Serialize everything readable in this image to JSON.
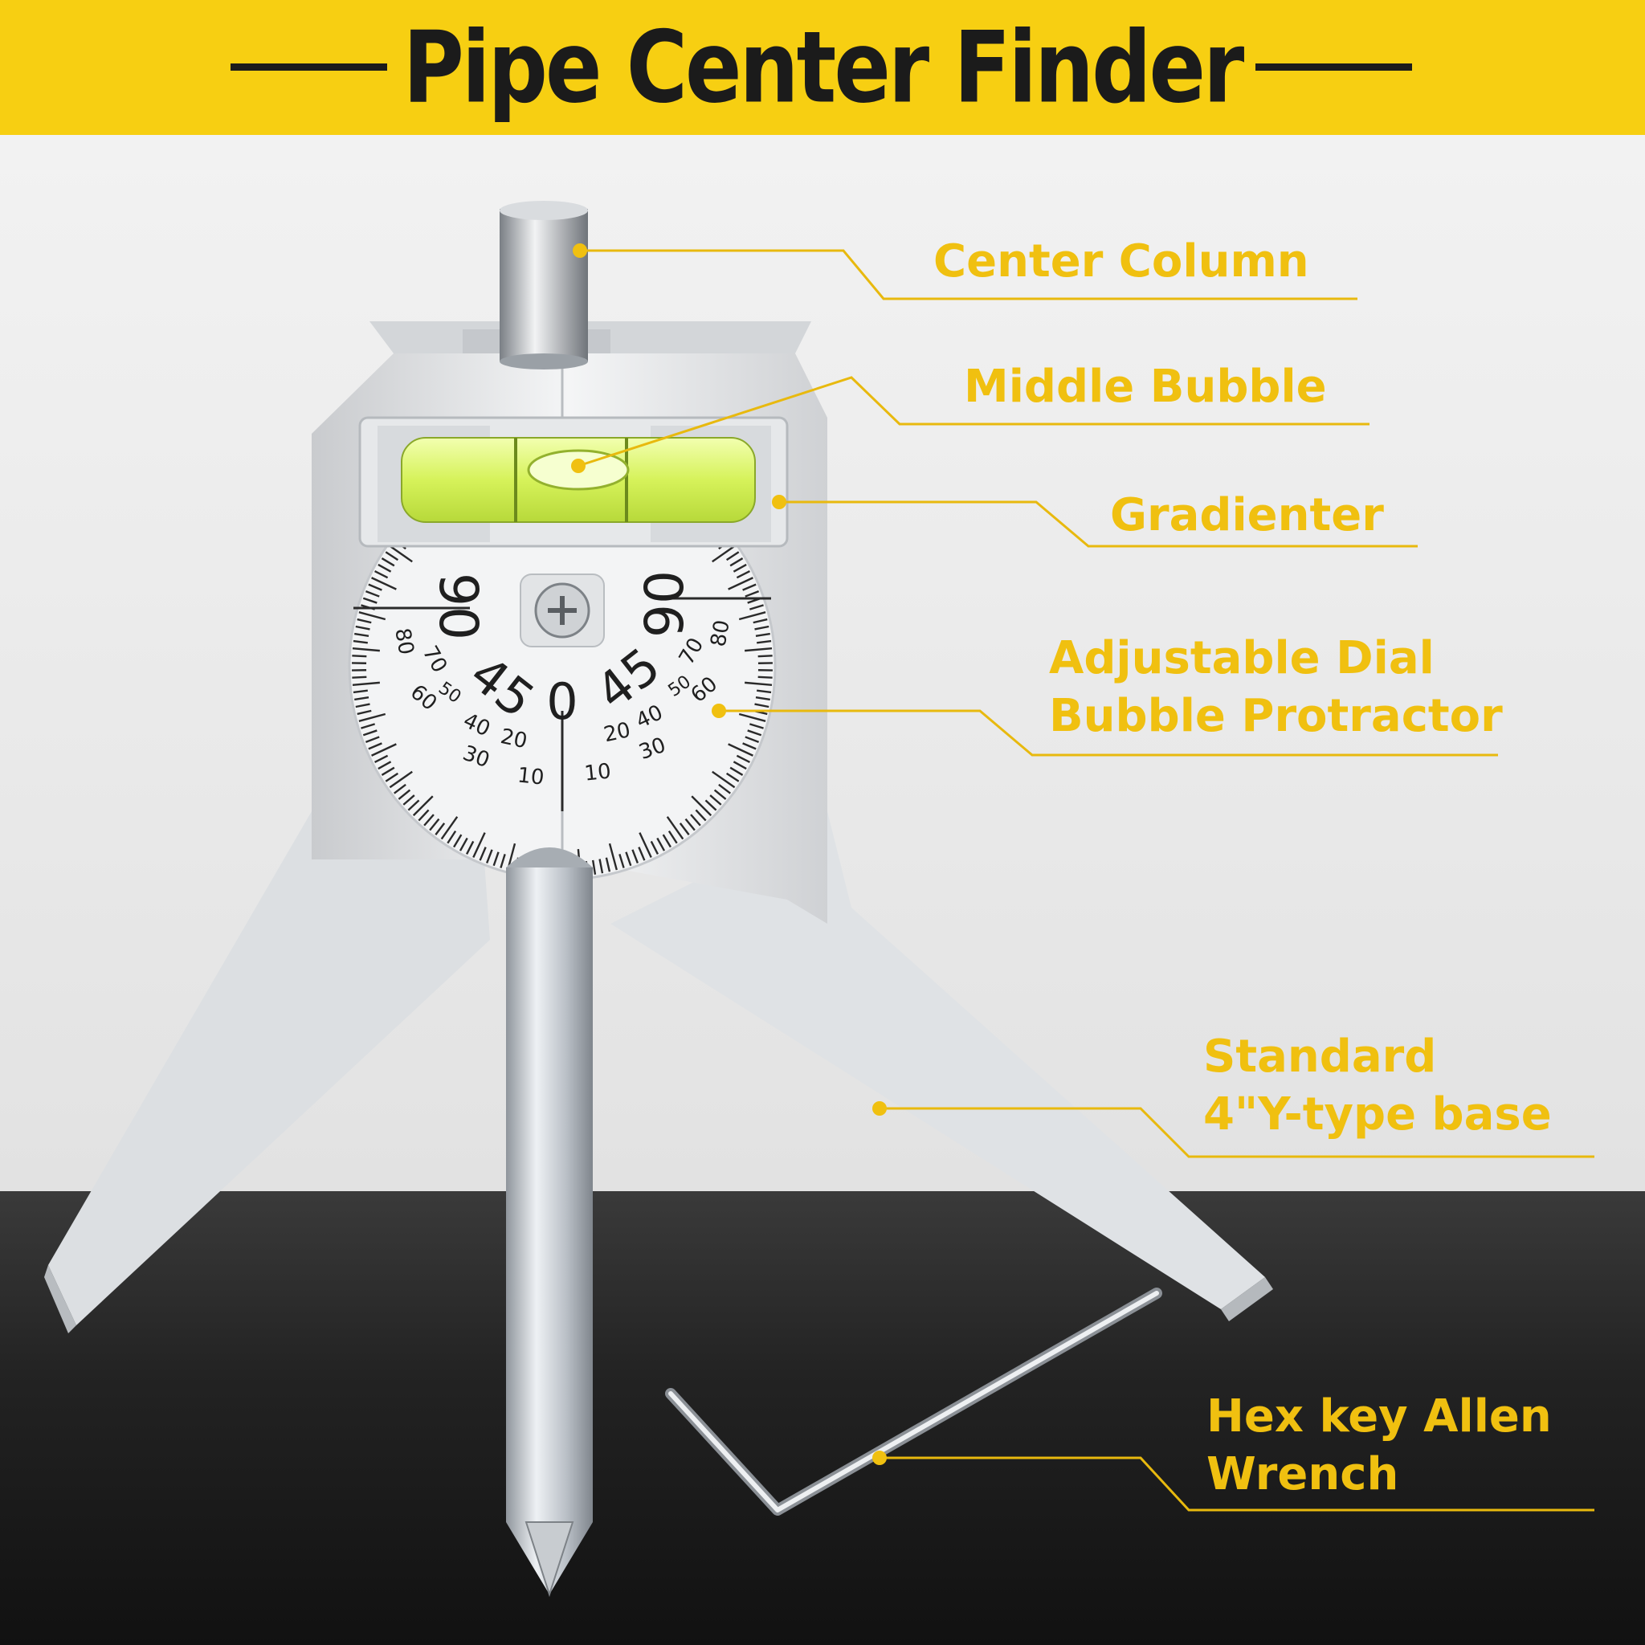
{
  "title": "Pipe Center Finder",
  "colors": {
    "banner": "#f7cf12",
    "title_text": "#1b1b1b",
    "callout": "#f0c010",
    "bubble_liquid": "#d6f25a"
  },
  "callouts": {
    "center_column": "Center Column",
    "middle_bubble": "Middle Bubble",
    "gradienter": "Gradienter",
    "protractor": [
      "Adjustable Dial",
      "Bubble Protractor"
    ],
    "base": [
      "Standard",
      "4\"Y-type base"
    ],
    "hex_key": [
      "Hex key Allen",
      "Wrench"
    ]
  },
  "dial": {
    "left_major": [
      "90",
      "45"
    ],
    "center": "0",
    "right_major": [
      "45",
      "90"
    ],
    "left_minor": [
      "80",
      "70",
      "60",
      "50",
      "40",
      "30",
      "20",
      "10"
    ],
    "right_minor": [
      "10",
      "20",
      "30",
      "40",
      "50",
      "60",
      "70",
      "80"
    ]
  }
}
